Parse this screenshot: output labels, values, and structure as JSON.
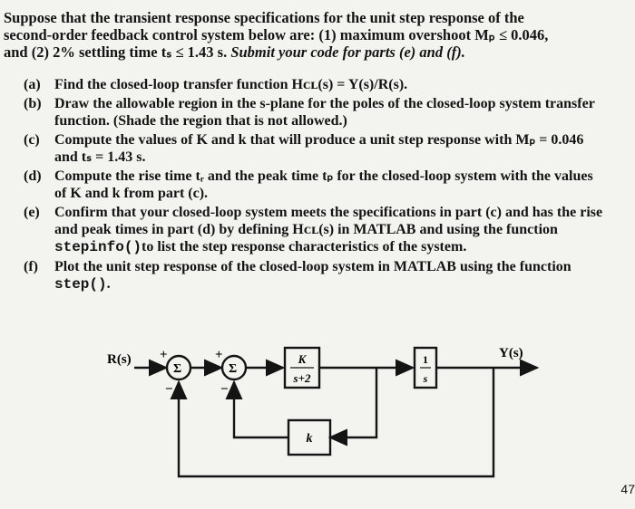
{
  "intro": {
    "line1": "Suppose that the transient response specifications for the unit step response of the",
    "line2": "second-order feedback control system below are: (1) maximum overshoot Mₚ ≤ 0.046,",
    "line3a": "and (2) 2% settling time tₛ ≤ 1.43 s. ",
    "line3b": "Submit your code for parts (e) and (f)."
  },
  "parts": [
    {
      "label": "(a)",
      "text": "Find the closed-loop transfer function Hᴄʟ(s) = Y(s)/R(s)."
    },
    {
      "label": "(b)",
      "text": "Draw the allowable region in the s-plane for the poles of the closed-loop system transfer function. (Shade the region that is not allowed.)"
    },
    {
      "label": "(c)",
      "text": "Compute the values of K and k that will produce a unit step response with Mₚ = 0.046 and tₛ = 1.43 s."
    },
    {
      "label": "(d)",
      "text": "Compute the rise time tᵣ and the peak time tₚ for the closed-loop system with the values of K and k from part (c)."
    },
    {
      "label": "(e)",
      "text_a": "Confirm that your closed-loop system meets the specifications in part (c) and has the rise and peak times in part (d) by defining Hᴄʟ(s) in MATLAB and using the function ",
      "code": "stepinfo()",
      "text_b": "to list the step response characteristics of the system."
    },
    {
      "label": "(f)",
      "text_a": "Plot the unit step response of the closed-loop system in MATLAB using the function ",
      "code": "step()",
      "text_b": "."
    }
  ],
  "diagram": {
    "input_label": "R(s)",
    "output_label": "Y(s)",
    "sum1_symbol": "Σ",
    "sum2_symbol": "Σ",
    "sum1_plus": "+",
    "sum1_minus": "−",
    "sum2_plus": "+",
    "sum2_minus": "−",
    "forward_num": "K",
    "forward_den": "s+2",
    "integrator_num": "1",
    "integrator_den": "s",
    "feedback_gain": "k"
  },
  "page_number": "47"
}
